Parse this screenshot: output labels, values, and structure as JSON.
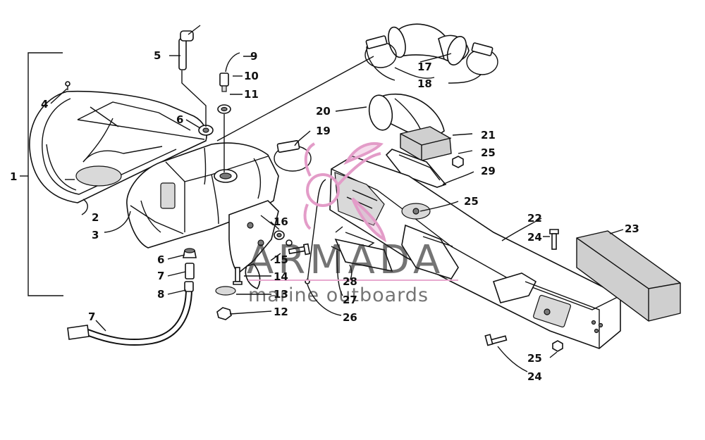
{
  "callouts": [
    "1",
    "2",
    "3",
    "4",
    "5",
    "6",
    "6",
    "7",
    "7",
    "8",
    "9",
    "10",
    "11",
    "12",
    "13",
    "14",
    "15",
    "16",
    "17",
    "18",
    "19",
    "20",
    "21",
    "22",
    "23",
    "24",
    "24",
    "25",
    "25",
    "25",
    "26",
    "27",
    "28",
    "29"
  ],
  "watermark": {
    "title": "ARMADA",
    "subtitle": "marine outboards",
    "colors": {
      "logo": "#e39cc8",
      "text": "#1e1e1e",
      "line": "#e8a9cf"
    }
  },
  "colors": {
    "ink": "#111111",
    "background": "#ffffff"
  }
}
